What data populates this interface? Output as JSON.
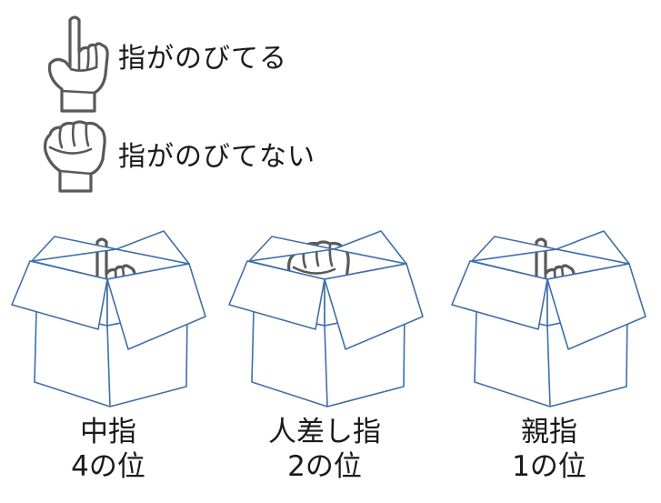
{
  "legend": [
    {
      "hand": "pointing-hand",
      "label": "指がのびてる"
    },
    {
      "hand": "fist-hand",
      "label": "指がのびてない"
    }
  ],
  "boxes": [
    {
      "hand": "pointing-hand",
      "name": "中指",
      "place": "4の位"
    },
    {
      "hand": "fist-hand",
      "name": "人差し指",
      "place": "2の位"
    },
    {
      "hand": "pointing-hand",
      "name": "親指",
      "place": "1の位"
    }
  ],
  "colors": {
    "box_stroke": "#3f6fa8",
    "hand_stroke": "#595959",
    "text": "#1a1a1a"
  }
}
